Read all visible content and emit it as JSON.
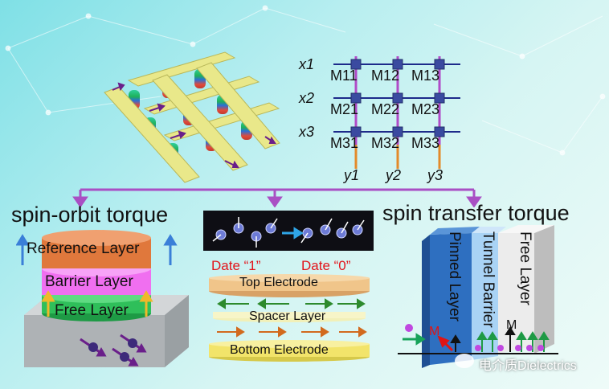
{
  "matrix": {
    "rows": [
      "x1",
      "x2",
      "x3"
    ],
    "cols": [
      "y1",
      "y2",
      "y3"
    ],
    "cells": [
      [
        "M11",
        "M12",
        "M13"
      ],
      [
        "M21",
        "M22",
        "M23"
      ],
      [
        "M31",
        "M32",
        "M33"
      ]
    ]
  },
  "sot": {
    "title": "spin-orbit torque",
    "layers": [
      "Reference Layer",
      "Barrier Layer",
      "Free Layer"
    ]
  },
  "middle": {
    "date1": "Date “1”",
    "date0": "Date “0”",
    "top": "Top Electrode",
    "spacer": "Spacer Layer",
    "bottom": "Bottom Electrode"
  },
  "stt": {
    "title": "spin transfer torque",
    "layers": [
      "Pinned Layer",
      "Tunnel Barrier",
      "Free Layer"
    ],
    "m_label": "M"
  },
  "watermark": "电介质Dielectrics",
  "colors": {
    "reference": "#e0783c",
    "barrier": "#f06ff0",
    "free": "#2fbf5a",
    "bus": "#a94fc4",
    "node": "#3a4aa0",
    "pinned": "#2e6fc0",
    "tunnel": "#a9d3f5",
    "freeStt": "#f1f1f1"
  }
}
